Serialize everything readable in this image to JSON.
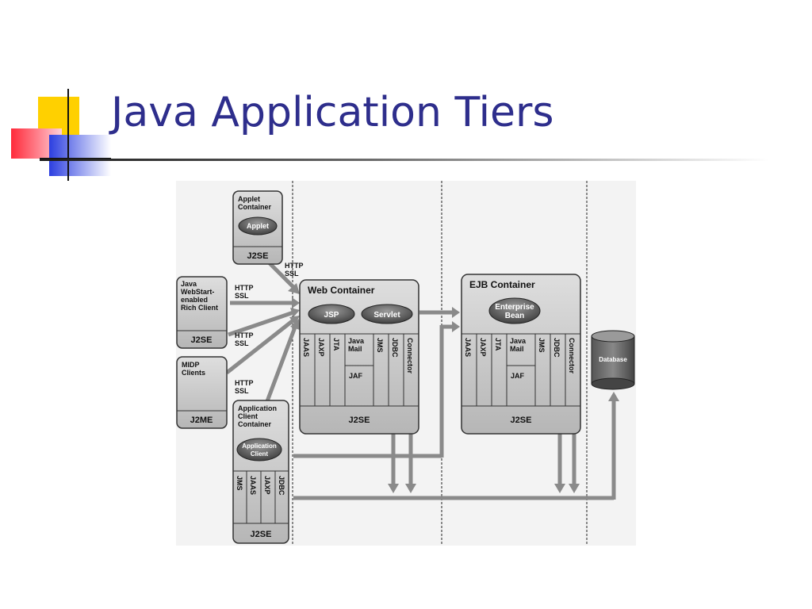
{
  "slide": {
    "title": "Java Application Tiers"
  },
  "diagram": {
    "applet": {
      "title_lines": [
        "Applet",
        "Container"
      ],
      "component": "Applet",
      "platform": "J2SE"
    },
    "webstart": {
      "title_lines": [
        "Java",
        "WebStart-",
        "enabled",
        "Rich Client"
      ],
      "platform": "J2SE"
    },
    "midp": {
      "title_lines": [
        "MIDP",
        "Clients"
      ],
      "platform": "J2ME"
    },
    "appclient": {
      "title_lines": [
        "Application",
        "Client",
        "Container"
      ],
      "component_lines": [
        "Application",
        "Client"
      ],
      "apis": [
        "JMS",
        "JAAS",
        "JAXP",
        "JDBC"
      ],
      "platform": "J2SE"
    },
    "protocol_labels": [
      [
        "HTTP",
        "SSL"
      ],
      [
        "HTTP",
        "SSL"
      ],
      [
        "HTTP",
        "SSL"
      ],
      [
        "HTTP",
        "SSL"
      ]
    ],
    "web": {
      "title": "Web Container",
      "components": [
        "JSP",
        "Servlet"
      ],
      "apis": [
        "JAAS",
        "JAXP",
        "JTA"
      ],
      "mail_lines": [
        "Java",
        "Mail"
      ],
      "jaf": "JAF",
      "apis_right": [
        "JMS",
        "JDBC",
        "Connector"
      ],
      "platform": "J2SE"
    },
    "ejb": {
      "title": "EJB Container",
      "component_lines": [
        "Enterprise",
        "Bean"
      ],
      "apis": [
        "JAAS",
        "JAXP",
        "JTA"
      ],
      "mail_lines": [
        "Java",
        "Mail"
      ],
      "jaf": "JAF",
      "apis_right": [
        "JMS",
        "JDBC",
        "Connector"
      ],
      "platform": "J2SE"
    },
    "database": {
      "label": "Database"
    }
  }
}
